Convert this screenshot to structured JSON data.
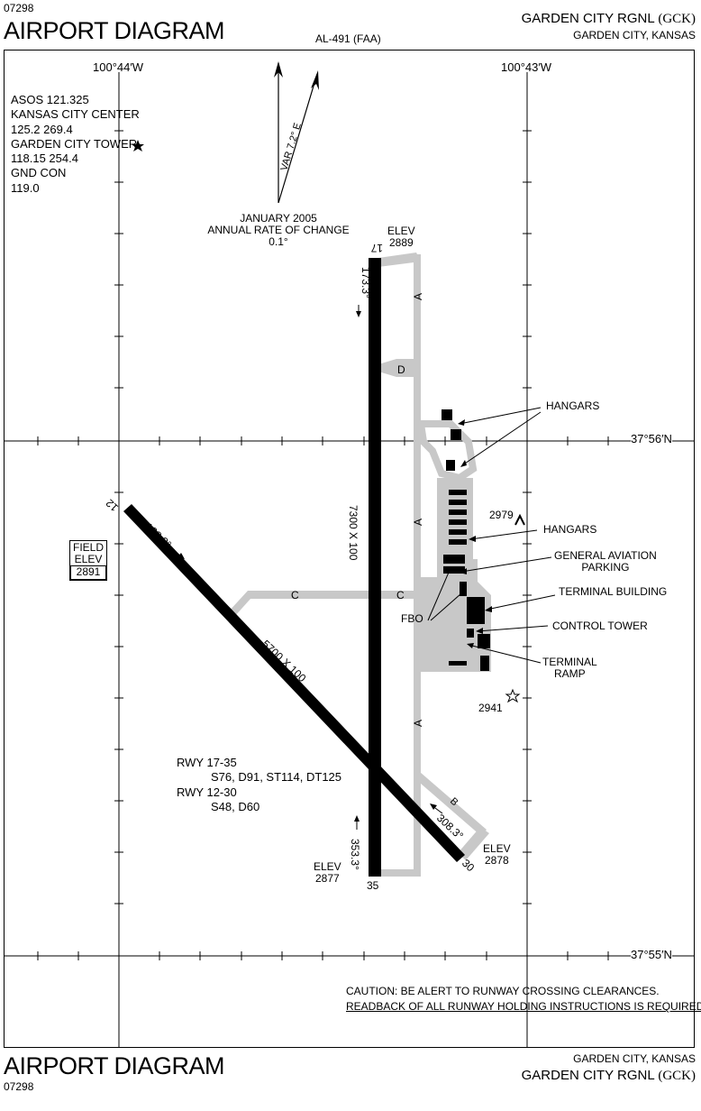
{
  "header": {
    "chart_number": "07298",
    "title": "AIRPORT DIAGRAM",
    "procedure_id": "AL-491 (FAA)",
    "airport_name": "GARDEN CITY RGNL",
    "airport_id": "(GCK)",
    "city_state": "GARDEN CITY, KANSAS"
  },
  "footer": {
    "title": "AIRPORT DIAGRAM",
    "chart_number": "07298",
    "city_state": "GARDEN CITY, KANSAS",
    "airport_name": "GARDEN CITY RGNL",
    "airport_id": "(GCK)"
  },
  "frequencies": {
    "asos": "ASOS 121.325",
    "center_name": "KANSAS CITY CENTER",
    "center_freq": "125.2  269.4",
    "tower_name": "GARDEN CITY TOWER",
    "tower_freq": "118.15  254.4",
    "ground_name": "GND CON",
    "ground_freq": "119.0"
  },
  "coordinates": {
    "lon_west": "100°44′W",
    "lon_east": "100°43′W",
    "lat_north": "37°56′N",
    "lat_south": "37°55′N"
  },
  "magnetic": {
    "variation": "VAR 7.2° E",
    "date": "JANUARY 2005",
    "rate_label": "ANNUAL RATE OF CHANGE",
    "rate_value": "0.1°"
  },
  "runways": {
    "rwy17_number": "17",
    "rwy35_number": "35",
    "rwy12_number": "12",
    "rwy30_number": "30",
    "rwy17_elev_label": "ELEV",
    "rwy17_elev": "2889",
    "rwy35_elev_label": "ELEV",
    "rwy35_elev": "2877",
    "rwy30_elev_label": "ELEV",
    "rwy30_elev": "2878",
    "rwy17_heading": "173.3°",
    "rwy35_heading": "353.3°",
    "rwy12_heading": "128.3°",
    "rwy30_heading": "308.3°",
    "rwy17_35_dims": "7300 X 100",
    "rwy12_30_dims": "5700 X 100"
  },
  "field_elevation": {
    "line1": "FIELD",
    "line2": "ELEV",
    "value": "2891"
  },
  "taxiways": {
    "a": "A",
    "b": "B",
    "c": "C",
    "d": "D"
  },
  "features": {
    "hangars": "HANGARS",
    "general_aviation": "GENERAL AVIATION",
    "parking": "PARKING",
    "terminal_building": "TERMINAL BUILDING",
    "control_tower": "CONTROL TOWER",
    "terminal": "TERMINAL",
    "ramp": "RAMP",
    "fbo": "FBO",
    "obstacle_elev": "2979",
    "beacon_elev": "2941"
  },
  "strength": {
    "rwy17_35": "RWY 17-35",
    "rwy17_35_values": "S76, D91, ST114, DT125",
    "rwy12_30": "RWY 12-30",
    "rwy12_30_values": "S48, D60"
  },
  "caution": {
    "line1": "CAUTION: BE ALERT TO RUNWAY CROSSING CLEARANCES.",
    "line2": "READBACK OF ALL RUNWAY HOLDING INSTRUCTIONS IS REQUIRED."
  },
  "colors": {
    "runway": "#000000",
    "taxiway": "#c8c8c8",
    "building": "#000000"
  }
}
